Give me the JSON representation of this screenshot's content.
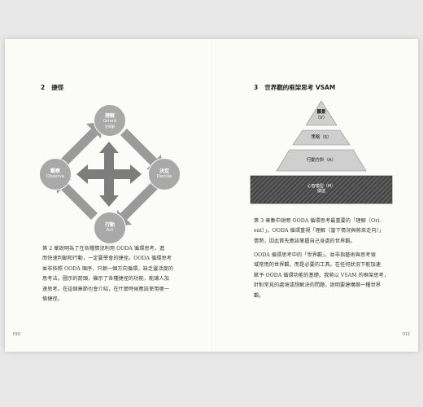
{
  "left_page": {
    "section_number": "2",
    "section_title": "捷徑",
    "diagram": {
      "observe": {
        "zh": "觀察",
        "en": "Observe"
      },
      "orient": {
        "zh": "理解",
        "en": "Orient",
        "sub": "世界觀"
      },
      "decide": {
        "zh": "決定",
        "en": "Decide"
      },
      "act": {
        "zh": "行動",
        "en": "Act"
      }
    },
    "paragraph_lines": [
      "第 2 章說明為了在各種情況利用 OODA 循環思考，進",
      "而快速判斷和行動，一定要學會的捷徑。OODA 循環思考",
      "並非依照 OODA 順序，只朝一個方向循環，缺乏靈活度的",
      "思考法。圖示的箭頭，顯示了各種捷徑的功能，能讓人加",
      "速思考。在這個章節也會介紹，在什麼時候應該使用哪一",
      "條捷徑。"
    ],
    "page_number": "010"
  },
  "right_page": {
    "section_number": "3",
    "section_title": "世界觀的框架思考 VSAM",
    "diagram": {
      "vision": {
        "zh": "願景",
        "code": "（V）"
      },
      "strategy": "策略（S）",
      "action": "行動方針（A）",
      "mindset": {
        "zh": "心智模型（M）",
        "sub": "價值"
      }
    },
    "paragraph1_lines": [
      "第 3 章集中說明 OODA 循環思考最重要的「理解（Ori-",
      "ent）」。OODA 循環重視「理解（當下情況與將來走向）」",
      "情勢，因此首先應該掌握自己身處的世界觀。"
    ],
    "paragraph2_lines": [
      "OODA 循環思考中的「世界觀」，並非指藝術與思考領",
      "域常用的世界觀，而是必要的工具。在任何狀況下能加速",
      "賦予 OODA 循環功能的基礎。我將以 VSAM 的框架思考，",
      "針對常見的處境或想解決的問題，說明要建構哪一種世界",
      "觀。"
    ],
    "page_number": "011"
  },
  "colors": {
    "node_gray": "#a9a9a9",
    "arrow_gray": "#9a9a9a",
    "pyramid_fill": "#cfcfcf",
    "base_dark": "#3a3a3a"
  }
}
